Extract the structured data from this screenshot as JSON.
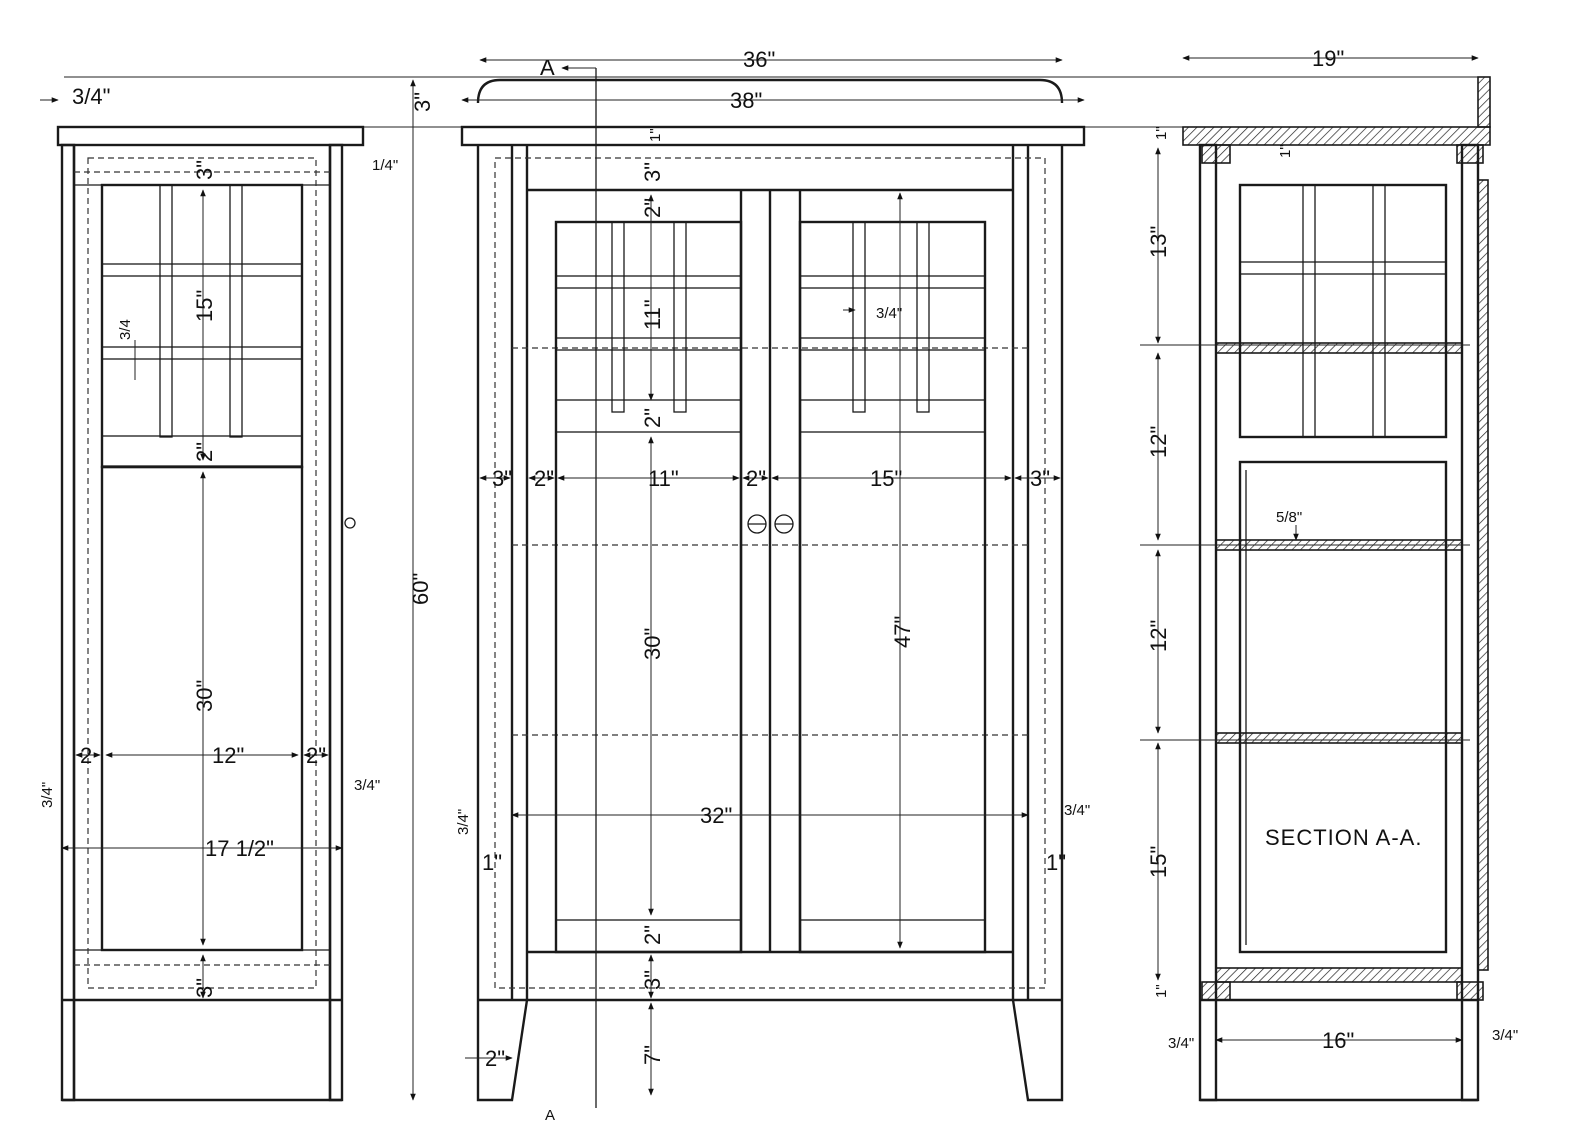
{
  "side_view": {
    "dims": {
      "top_thickness": "3/4\"",
      "top_offset": "3\"",
      "rail_top": "3\"",
      "overhang": "1/4\"",
      "glass_height": "15\"",
      "muntin_width": "3/4",
      "rail_mid": "2\"",
      "panel_height": "30\"",
      "stile_left": "2",
      "panel_width": "12\"",
      "stile_right": "2\"",
      "leg_left": "3/4\"",
      "leg_right": "3/4\"",
      "overall_width": "17 1/2\"",
      "rail_bottom": "3\""
    }
  },
  "front_view": {
    "dims": {
      "total_height": "60\"",
      "top_width": "36\"",
      "base_width": "38\"",
      "section_marker": "A",
      "top_thickness": "1\"",
      "top_rail": "3\"",
      "door_rail_top": "2\"",
      "glass_height": "11\"",
      "muntin": "3/4\"",
      "door_rail_mid": "2\"",
      "stile_outer_left": "3\"",
      "stile_left": "2\"",
      "door_width_left": "11\"",
      "center_stile": "2\"",
      "door_width_right": "15\"",
      "stile_outer_right": "3\"",
      "door_panel": "30\"",
      "door_height": "47\"",
      "inner_width": "32\"",
      "leg_left": "3/4\"",
      "leg_right": "3/4\"",
      "gap_left": "1\"",
      "gap_right": "1\"",
      "door_rail_bottom": "2\"",
      "bottom_rail": "3\"",
      "leg_height": "7\"",
      "leg_taper": "2\""
    }
  },
  "section_view": {
    "label": "SECTION A-A.",
    "dims": {
      "depth": "19\"",
      "top": "1\"",
      "top_gap": "1\"",
      "space1": "13\"",
      "space2": "12\"",
      "shelf": "5/8\"",
      "space3": "12\"",
      "space4": "15\"",
      "bottom": "1\"",
      "inner_depth": "16\"",
      "leg_left": "3/4\"",
      "leg_right": "3/4\""
    }
  }
}
